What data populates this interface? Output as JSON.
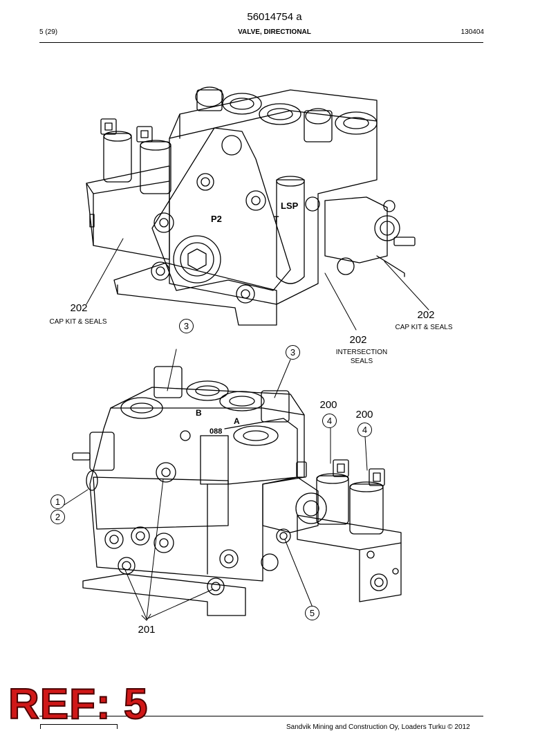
{
  "header": {
    "doc_number": "56014754 a",
    "page": "5 (29)",
    "title": "VALVE, DIRECTIONAL",
    "code": "130404"
  },
  "upper_view": {
    "port_labels": [
      "P2",
      "LSP",
      "T"
    ],
    "callouts": [
      {
        "number": "202",
        "caption": "CAP KIT & SEALS"
      },
      {
        "number": "202",
        "caption": "CAP KIT & SEALS"
      },
      {
        "number": "202",
        "caption": "INTERSECTION SEALS"
      }
    ]
  },
  "lower_view": {
    "port_labels": [
      "B",
      "A",
      "088"
    ],
    "bubbles": [
      "3",
      "3",
      "4",
      "4",
      "1",
      "2",
      "5"
    ],
    "callouts": [
      "200",
      "200",
      "201"
    ]
  },
  "stamp": "REF: 5",
  "footer": "Sandvik Mining and Construction Oy, Loaders Turku © 2012"
}
